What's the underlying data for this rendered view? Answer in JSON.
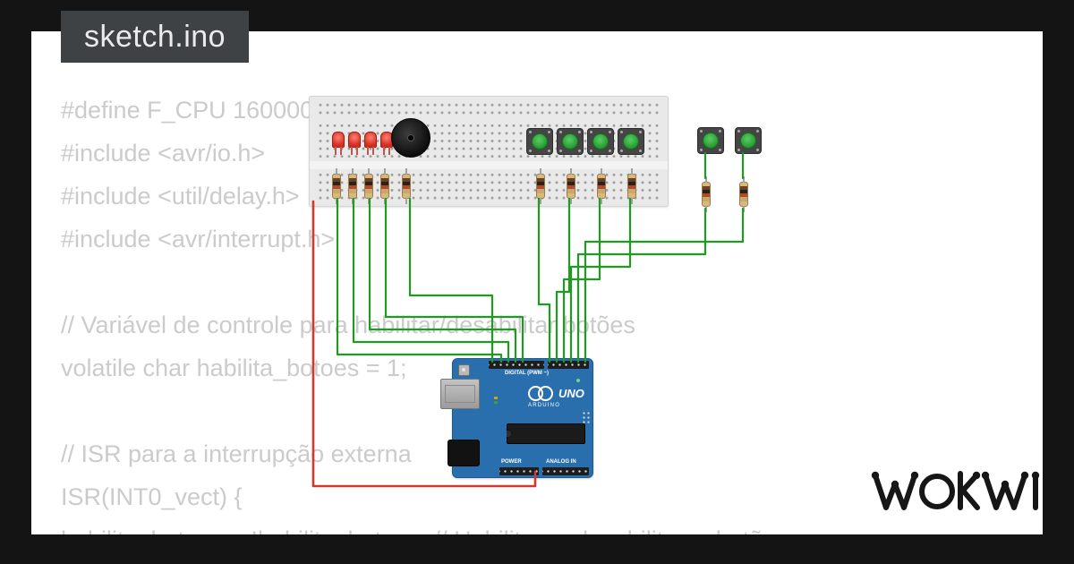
{
  "tab": {
    "title": "sketch.ino"
  },
  "code": {
    "lines": [
      "#define F_CPU 16000000UL",
      "#include <avr/io.h>",
      "#include <util/delay.h>",
      "#include <avr/interrupt.h>",
      "// Variável de controle para habilitar/desabilitar botões",
      "volatile char habilita_botoes = 1;",
      "// ISR para a interrupção externa",
      "ISR(INT0_vect) {",
      "habilita_botoes = !habilita_botoes; // Habilita ou desabilita os botões"
    ]
  },
  "board_labels": {
    "uno": "UNO",
    "arduino": "ARDUINO",
    "digital": "DIGITAL (PWM ~)",
    "power": "POWER",
    "analog": "ANALOG IN"
  },
  "logo": {
    "text": "WOKWI"
  },
  "colors": {
    "frame": "#141414",
    "tab_bg": "#3f4245",
    "code_text": "#cbcbcb",
    "wire_green": "#1f9b22",
    "wire_red": "#d03a2e",
    "arduino_blue": "#2a6fad",
    "led_red": "#d62c1f",
    "button_cap_green": "#249a31",
    "breadboard_gray": "#e9e9e9"
  }
}
